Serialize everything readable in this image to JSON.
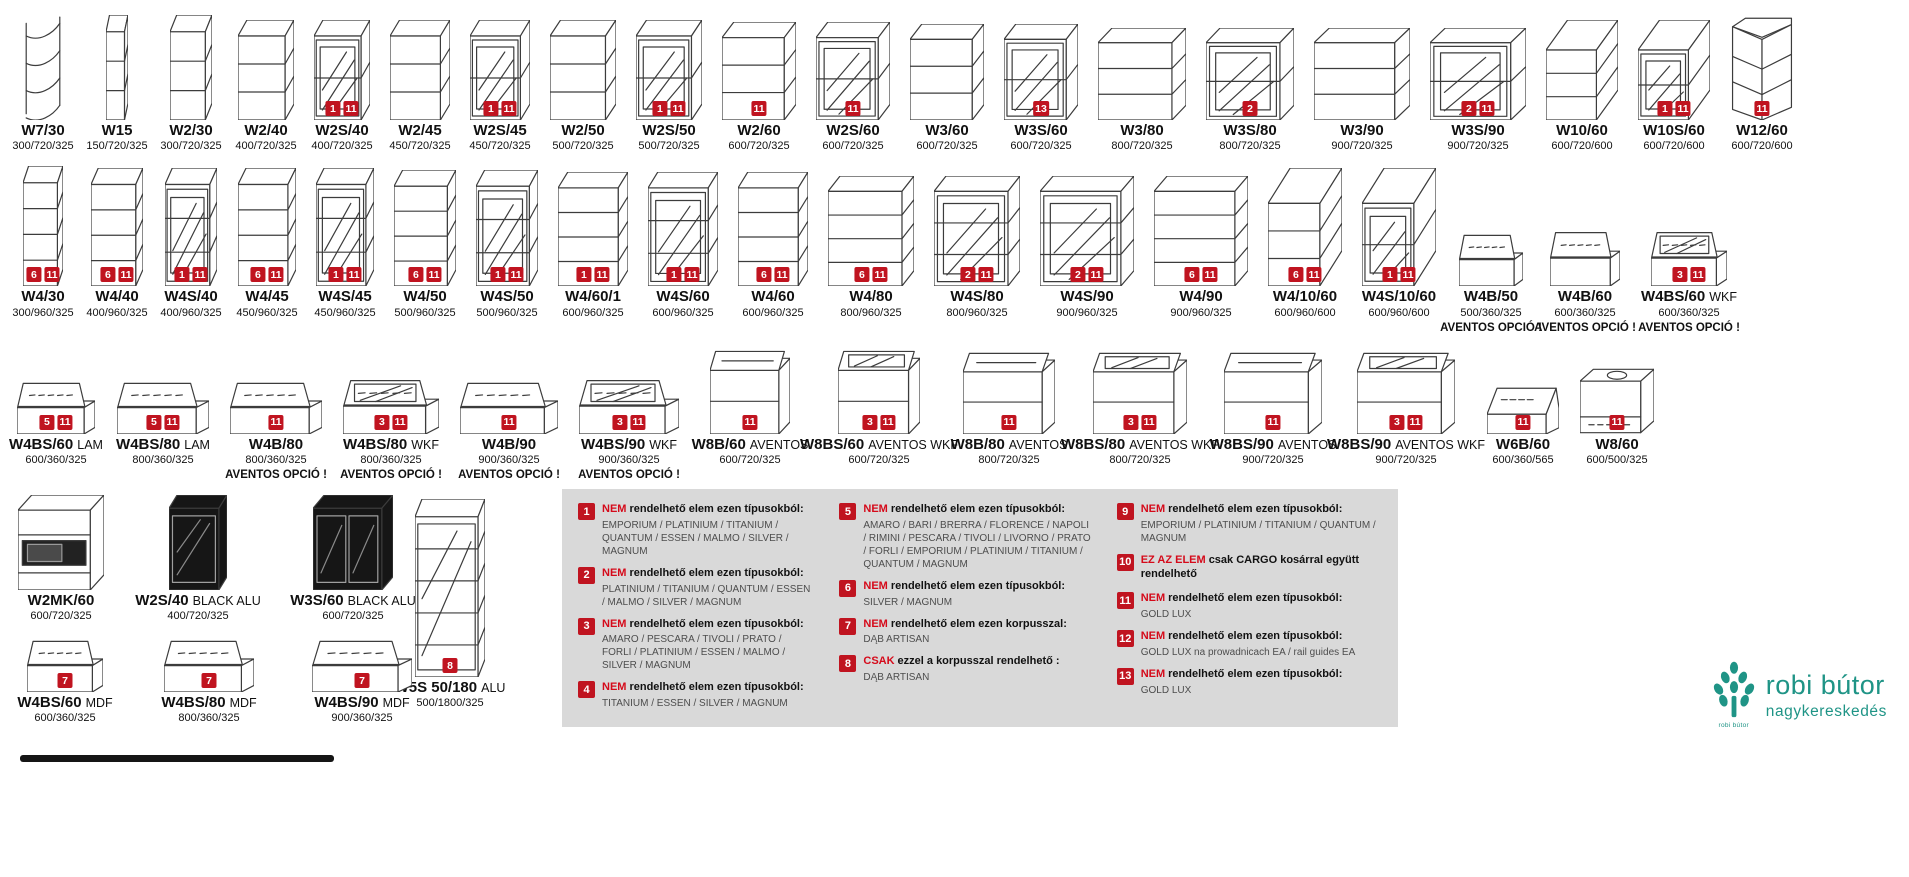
{
  "colors": {
    "badge_red": "#c01420",
    "legend_keyword_red": "#d50a1a",
    "legend_bg": "#d9d9d9",
    "brand_teal": "#1f9486",
    "sketch_line": "#3c3c3c"
  },
  "rows": [
    {
      "items": [
        {
          "code": "W7/30",
          "dims": "300/720/325",
          "style": "cshelf",
          "iw": 40,
          "ih": 105
        },
        {
          "code": "W15",
          "dims": "150/720/325",
          "style": "open2",
          "iw": 22,
          "ih": 105
        },
        {
          "code": "W2/30",
          "dims": "300/720/325",
          "style": "open2",
          "iw": 42,
          "ih": 105
        },
        {
          "code": "W2/40",
          "dims": "400/720/325",
          "style": "open2",
          "iw": 56,
          "ih": 100
        },
        {
          "code": "W2S/40",
          "dims": "400/720/325",
          "style": "glass",
          "iw": 56,
          "ih": 100,
          "badges": [
            1,
            11
          ]
        },
        {
          "code": "W2/45",
          "dims": "450/720/325",
          "style": "open2",
          "iw": 60,
          "ih": 100
        },
        {
          "code": "W2S/45",
          "dims": "450/720/325",
          "style": "glass",
          "iw": 60,
          "ih": 100,
          "badges": [
            1,
            11
          ]
        },
        {
          "code": "W2/50",
          "dims": "500/720/325",
          "style": "open2",
          "iw": 66,
          "ih": 100
        },
        {
          "code": "W2S/50",
          "dims": "500/720/325",
          "style": "glass",
          "iw": 66,
          "ih": 100,
          "badges": [
            1,
            11
          ]
        },
        {
          "code": "W2/60",
          "dims": "600/720/325",
          "style": "open2",
          "iw": 74,
          "ih": 98,
          "badges": [
            11
          ]
        },
        {
          "code": "W2S/60",
          "dims": "600/720/325",
          "style": "glass",
          "iw": 74,
          "ih": 98,
          "badges": [
            11
          ]
        },
        {
          "code": "W3/60",
          "dims": "600/720/325",
          "style": "open2",
          "iw": 74,
          "ih": 96
        },
        {
          "code": "W3S/60",
          "dims": "600/720/325",
          "style": "glass",
          "iw": 74,
          "ih": 96,
          "badges": [
            13
          ]
        },
        {
          "code": "W3/80",
          "dims": "800/720/325",
          "style": "open2",
          "iw": 88,
          "ih": 92
        },
        {
          "code": "W3S/80",
          "dims": "800/720/325",
          "style": "glass",
          "iw": 88,
          "ih": 92,
          "badges": [
            2
          ]
        },
        {
          "code": "W3/90",
          "dims": "900/720/325",
          "style": "open2",
          "iw": 96,
          "ih": 92
        },
        {
          "code": "W3S/90",
          "dims": "900/720/325",
          "style": "glass",
          "iw": 96,
          "ih": 92,
          "badges": [
            2,
            11
          ]
        },
        {
          "code": "W10/60",
          "dims": "600/720/600",
          "style": "corner",
          "iw": 72,
          "ih": 100
        },
        {
          "code": "W10S/60",
          "dims": "600/720/600",
          "style": "cornerglass",
          "iw": 72,
          "ih": 100,
          "badges": [
            1,
            11
          ]
        },
        {
          "code": "W12/60",
          "dims": "600/720/600",
          "style": "cornerL",
          "iw": 64,
          "ih": 106,
          "badges": [
            11
          ]
        }
      ]
    },
    {
      "items": [
        {
          "code": "W4/30",
          "dims": "300/960/325",
          "style": "open3",
          "iw": 40,
          "ih": 120,
          "badges": [
            6,
            11
          ]
        },
        {
          "code": "W4/40",
          "dims": "400/960/325",
          "style": "open3",
          "iw": 52,
          "ih": 118,
          "badges": [
            6,
            11
          ]
        },
        {
          "code": "W4S/40",
          "dims": "400/960/325",
          "style": "glass3",
          "iw": 52,
          "ih": 118,
          "badges": [
            1,
            11
          ]
        },
        {
          "code": "W4/45",
          "dims": "450/960/325",
          "style": "open3",
          "iw": 58,
          "ih": 118,
          "badges": [
            6,
            11
          ]
        },
        {
          "code": "W4S/45",
          "dims": "450/960/325",
          "style": "glass3",
          "iw": 58,
          "ih": 118,
          "badges": [
            1,
            11
          ]
        },
        {
          "code": "W4/50",
          "dims": "500/960/325",
          "style": "open3",
          "iw": 62,
          "ih": 116,
          "badges": [
            6,
            11
          ]
        },
        {
          "code": "W4S/50",
          "dims": "500/960/325",
          "style": "glass3",
          "iw": 62,
          "ih": 116,
          "badges": [
            1,
            11
          ]
        },
        {
          "code": "W4/60/1",
          "dims": "600/960/325",
          "style": "open3",
          "iw": 70,
          "ih": 114,
          "badges": [
            1,
            11
          ]
        },
        {
          "code": "W4S/60",
          "dims": "600/960/325",
          "style": "glass3",
          "iw": 70,
          "ih": 114,
          "badges": [
            1,
            11
          ]
        },
        {
          "code": "W4/60",
          "dims": "600/960/325",
          "style": "open3",
          "iw": 70,
          "ih": 114,
          "badges": [
            6,
            11
          ]
        },
        {
          "code": "W4/80",
          "dims": "800/960/325",
          "style": "open3",
          "iw": 86,
          "ih": 110,
          "badges": [
            6,
            11
          ]
        },
        {
          "code": "W4S/80",
          "dims": "800/960/325",
          "style": "glass3",
          "iw": 86,
          "ih": 110,
          "badges": [
            2,
            11
          ]
        },
        {
          "code": "W4S/90",
          "dims": "900/960/325",
          "style": "glass3",
          "iw": 94,
          "ih": 110,
          "badges": [
            2,
            11
          ]
        },
        {
          "code": "W4/90",
          "dims": "900/960/325",
          "style": "open3",
          "iw": 94,
          "ih": 110,
          "badges": [
            6,
            11
          ]
        },
        {
          "code": "W4/10/60",
          "dims": "600/960/600",
          "style": "corner",
          "iw": 74,
          "ih": 118,
          "badges": [
            6,
            11
          ]
        },
        {
          "code": "W4S/10/60",
          "dims": "600/960/600",
          "style": "cornerglass",
          "iw": 74,
          "ih": 118,
          "badges": [
            1,
            11
          ]
        },
        {
          "code": "W4B/50",
          "dims": "500/360/325",
          "style": "flip",
          "iw": 64,
          "ih": 55,
          "note": "AVENTOS OPCIÓ !",
          "w": 90
        },
        {
          "code": "W4B/60",
          "dims": "600/360/325",
          "style": "flip",
          "iw": 70,
          "ih": 58,
          "note": "AVENTOS OPCIÓ !",
          "w": 98
        },
        {
          "code": "W4BS/60",
          "suffix": "WKF",
          "dims": "600/360/325",
          "style": "flipg",
          "iw": 76,
          "ih": 58,
          "badges": [
            3,
            11
          ],
          "note": "AVENTOS OPCIÓ !",
          "w": 110
        }
      ]
    },
    {
      "items": [
        {
          "code": "W4BS/60",
          "suffix": "LAM",
          "dims": "600/360/325",
          "style": "flip",
          "iw": 78,
          "ih": 55,
          "badges": [
            5,
            11
          ],
          "w": 100
        },
        {
          "code": "W4BS/80",
          "suffix": "LAM",
          "dims": "800/360/325",
          "style": "flip",
          "iw": 92,
          "ih": 55,
          "badges": [
            5,
            11
          ],
          "w": 114
        },
        {
          "code": "W4B/80",
          "dims": "800/360/325",
          "style": "flip",
          "iw": 92,
          "ih": 55,
          "badges": [
            11
          ],
          "note": "AVENTOS OPCIÓ !",
          "w": 112
        },
        {
          "code": "W4BS/80",
          "suffix": "WKF",
          "dims": "800/360/325",
          "style": "flipg",
          "iw": 96,
          "ih": 58,
          "badges": [
            3,
            11
          ],
          "note": "AVENTOS OPCIÓ !",
          "w": 118
        },
        {
          "code": "W4B/90",
          "dims": "900/360/325",
          "style": "flip",
          "iw": 98,
          "ih": 55,
          "badges": [
            11
          ],
          "note": "AVENTOS OPCIÓ !",
          "w": 118
        },
        {
          "code": "W4BS/90",
          "suffix": "WKF",
          "dims": "900/360/325",
          "style": "flipg",
          "iw": 100,
          "ih": 58,
          "badges": [
            3,
            11
          ],
          "note": "AVENTOS OPCIÓ !",
          "w": 122
        },
        {
          "code": "W8B/60",
          "suffix": "AVENTOS",
          "dims": "600/720/325",
          "style": "avent",
          "iw": 80,
          "ih": 86,
          "badges": [
            11
          ],
          "w": 120
        },
        {
          "code": "W8BS/60",
          "suffix": "AVENTOS WKF",
          "dims": "600/720/325",
          "style": "aventg",
          "iw": 82,
          "ih": 86,
          "badges": [
            3,
            11
          ],
          "w": 138
        },
        {
          "code": "W8B/80",
          "suffix": "AVENTOS",
          "dims": "800/720/325",
          "style": "avent",
          "iw": 92,
          "ih": 84,
          "badges": [
            11
          ],
          "w": 122
        },
        {
          "code": "W8BS/80",
          "suffix": "AVENTOS WKF",
          "dims": "800/720/325",
          "style": "aventg",
          "iw": 94,
          "ih": 84,
          "badges": [
            3,
            11
          ],
          "w": 140
        },
        {
          "code": "W8BS/90",
          "suffix": "AVENTOS",
          "dims": "900/720/325",
          "style": "avent",
          "iw": 98,
          "ih": 84,
          "badges": [
            11
          ],
          "w": 126
        },
        {
          "code": "W8BS/90",
          "suffix": "AVENTOS WKF",
          "dims": "900/720/325",
          "style": "aventg",
          "iw": 98,
          "ih": 84,
          "badges": [
            3,
            11
          ],
          "w": 140
        },
        {
          "code": "W6B/60",
          "dims": "600/360/565",
          "style": "hood",
          "iw": 72,
          "ih": 52,
          "badges": [
            11
          ],
          "w": 94
        },
        {
          "code": "W8/60",
          "dims": "600/500/325",
          "style": "ctop",
          "iw": 74,
          "ih": 66,
          "badges": [
            11
          ],
          "w": 94
        }
      ]
    }
  ],
  "bottom_rows": [
    {
      "items": [
        {
          "code": "W2MK/60",
          "dims": "600/720/325",
          "style": "micro",
          "iw": 86,
          "ih": 95
        },
        {
          "code": "W2S/40",
          "suffix": "BLACK ALU",
          "dims": "400/720/325",
          "style": "blackg1",
          "iw": 58,
          "ih": 95,
          "w": 128
        },
        {
          "code": "W3S/60",
          "suffix": "BLACK ALU",
          "dims": "600/720/325",
          "style": "blackg2",
          "iw": 80,
          "ih": 95,
          "w": 142
        }
      ]
    },
    {
      "items": [
        {
          "code": "W4BS/60",
          "suffix": "MDF",
          "dims": "600/360/325",
          "style": "flip",
          "iw": 76,
          "ih": 55,
          "badges": [
            7
          ],
          "w": 114
        },
        {
          "code": "W4BS/80",
          "suffix": "MDF",
          "dims": "800/360/325",
          "style": "flip",
          "iw": 90,
          "ih": 55,
          "badges": [
            7
          ],
          "w": 126
        },
        {
          "code": "W4BS/90",
          "suffix": "MDF",
          "dims": "900/360/325",
          "style": "flip",
          "iw": 100,
          "ih": 55,
          "badges": [
            7
          ],
          "w": 132
        }
      ]
    }
  ],
  "tall_item": {
    "code": "W5S 50/180",
    "suffix": "ALU",
    "dims": "500/1800/325",
    "style": "tallg",
    "iw": 70,
    "ih": 178,
    "badges": [
      8
    ],
    "w": 92
  },
  "legend": {
    "columns": [
      {
        "entries": [
          {
            "num": 1,
            "keyword": "NEM",
            "text": "rendelhető elem ezen típusokból:",
            "detail": "EMPORIUM / PLATINIUM / TITANIUM / QUANTUM / ESSEN / MALMO / SILVER / MAGNUM"
          },
          {
            "num": 2,
            "keyword": "NEM",
            "text": "rendelhető elem ezen típusokból:",
            "detail": "PLATINIUM / TITANIUM / QUANTUM / ESSEN / MALMO / SILVER / MAGNUM"
          },
          {
            "num": 3,
            "keyword": "NEM",
            "text": "rendelhető elem ezen típusokból:",
            "detail": "AMARO / PESCARA / TIVOLI / PRATO / FORLI / PLATINIUM / ESSEN / MALMO / SILVER / MAGNUM"
          },
          {
            "num": 4,
            "keyword": "NEM",
            "text": "rendelhető elem ezen típusokból:",
            "detail": "TITANIUM / ESSEN / SILVER / MAGNUM"
          }
        ]
      },
      {
        "entries": [
          {
            "num": 5,
            "keyword": "NEM",
            "text": "rendelhető elem ezen típusokból:",
            "detail": "AMARO / BARI / BRERRA / FLORENCE / NAPOLI / RIMINI / PESCARA / TIVOLI / LIVORNO / PRATO / FORLI / EMPORIUM / PLATINIUM / TITANIUM / QUANTUM / MAGNUM"
          },
          {
            "num": 6,
            "keyword": "NEM",
            "text": "rendelhető elem ezen típusokból:",
            "detail": "SILVER / MAGNUM"
          },
          {
            "num": 7,
            "keyword": "NEM",
            "text": "rendelhető elem ezen korpusszal:",
            "detail": "DĄB ARTISAN"
          },
          {
            "num": 8,
            "keyword": "CSAK",
            "text": "ezzel a korpusszal rendelhető :",
            "detail": "DĄB ARTISAN"
          }
        ]
      },
      {
        "entries": [
          {
            "num": 9,
            "keyword": "NEM",
            "text": "rendelhető elem ezen típusokból:",
            "detail": "EMPORIUM / PLATINIUM / TITANIUM / QUANTUM / MAGNUM"
          },
          {
            "num": 10,
            "keyword": "EZ AZ ELEM",
            "text": "csak CARGO kosárral együtt rendelhető",
            "detail": ""
          },
          {
            "num": 11,
            "keyword": "NEM",
            "text": "rendelhető elem ezen típusokból:",
            "detail": "GOLD LUX"
          },
          {
            "num": 12,
            "keyword": "NEM",
            "text": "rendelhető elem ezen típusokból:",
            "detail": "GOLD LUX na prowadnicach EA / rail guides EA"
          },
          {
            "num": 13,
            "keyword": "NEM",
            "text": "rendelhető elem ezen típusokból:",
            "detail": "GOLD LUX"
          }
        ]
      }
    ]
  },
  "logo": {
    "title": "robi bútor",
    "subtitle": "nagykereskedés",
    "mini": "robi bútor"
  }
}
